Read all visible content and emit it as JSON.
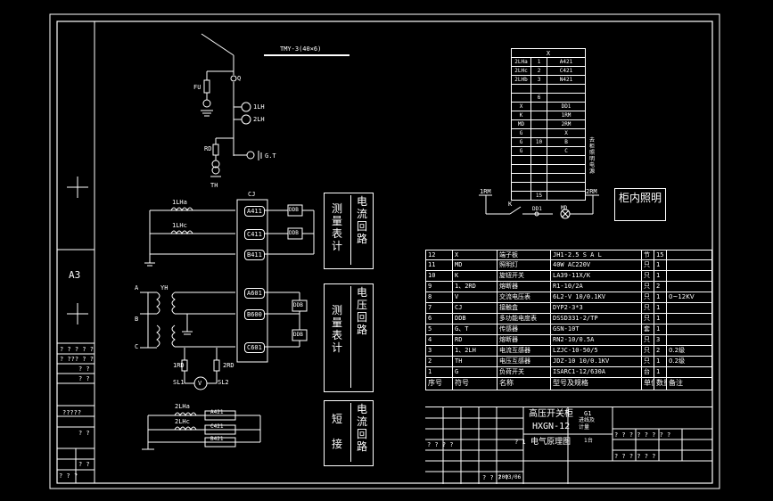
{
  "sheet": {
    "size_label": "A3",
    "left_cells": [
      "? ? ? ? ?",
      "? ??? ? ?",
      "? ?",
      "? ?",
      "?????",
      "? ?",
      "? ?",
      "? ? ?"
    ]
  },
  "main_circuit": {
    "bus": "TMY-3(40×6)",
    "labels": {
      "fu": "FU",
      "q": "Q",
      "ta1": "1LH",
      "ta2": "2LH",
      "gt": "G.T",
      "rd": "RD",
      "th": "TH"
    }
  },
  "current_meter": {
    "ta_a": "1LHa",
    "ta_c": "1LHc",
    "cj": "CJ",
    "terms": [
      "A411",
      "C411",
      "B411"
    ]
  },
  "voltage_meter": {
    "yh": "YH",
    "phases": [
      "A",
      "B",
      "C"
    ],
    "terms": [
      "A601",
      "B600",
      "C601"
    ],
    "rd1": "1RD",
    "rd2": "2RD",
    "v": "V",
    "sl1": "SL1",
    "sl2": "SL2"
  },
  "short_circuit": {
    "ta_a": "2LHa",
    "ta_c": "2LHc",
    "terms": [
      "A421",
      "C421",
      "B421"
    ]
  },
  "meter_symbol": "DDB",
  "blocks": [
    {
      "a": "测量表计",
      "b": "电流回路"
    },
    {
      "a": "测量表计",
      "b": "电压回路"
    },
    {
      "a": "短接",
      "b": "电流回路"
    }
  ],
  "terminal_table": {
    "header": "X",
    "rows": [
      [
        "2LHa",
        "1",
        "A421"
      ],
      [
        "2LHc",
        "2",
        "C421"
      ],
      [
        "2LHb",
        "3",
        "N421"
      ],
      [
        "",
        "",
        ""
      ],
      [
        "",
        "6",
        ""
      ],
      [
        "X",
        "",
        "DD1"
      ],
      [
        "K",
        "",
        "1RM"
      ],
      [
        "MD",
        "",
        "2RM"
      ],
      [
        "G",
        "",
        "X"
      ],
      [
        "G",
        "10",
        "B"
      ],
      [
        "G",
        "",
        "C"
      ],
      [
        "",
        "",
        ""
      ],
      [
        "",
        "",
        ""
      ],
      [
        "",
        "",
        ""
      ],
      [
        "",
        "",
        ""
      ],
      [
        "",
        "15",
        ""
      ]
    ],
    "side": "去柜照明电源"
  },
  "lighting": {
    "left": "1RM",
    "right": "2RM",
    "k": "K",
    "md": "MD",
    "dd": "DD1",
    "title": "柜内照明"
  },
  "bom": {
    "headers": [
      "序号",
      "符号",
      "名称",
      "型号及规格",
      "单位",
      "数量",
      "备注"
    ],
    "rows": [
      [
        "12",
        "X",
        "端子板",
        "JH1-2.5 S A L",
        "节",
        "15",
        ""
      ],
      [
        "11",
        "MD",
        "照明灯",
        "40W AC220V",
        "只",
        "1",
        ""
      ],
      [
        "10",
        "K",
        "旋钮开关",
        "LA39-11X/K",
        "只",
        "1",
        ""
      ],
      [
        "9",
        "1、2RD",
        "熔断器",
        "R1-10/2A",
        "只",
        "2",
        ""
      ],
      [
        "8",
        "V",
        "交流电压表",
        "6L2-V 10/0.1KV",
        "只",
        "1",
        "0~12KV"
      ],
      [
        "7",
        "CJ",
        "接触盒",
        "DYP2-3*3",
        "只",
        "1",
        ""
      ],
      [
        "6",
        "DDB",
        "多功能电度表",
        "DSSD331-2/TP",
        "只",
        "1",
        ""
      ],
      [
        "5",
        "G、T",
        "传感器",
        "GSN-10T",
        "套",
        "1",
        ""
      ],
      [
        "4",
        "RD",
        "熔断器",
        "RN2-10/0.5A",
        "只",
        "3",
        ""
      ],
      [
        "3",
        "1、2LH",
        "电流互感器",
        "LZJC-10-50/5",
        "只",
        "2",
        "0.2级"
      ],
      [
        "2",
        "TH",
        "电压互感器",
        "JDZ-10 10/0.1KV",
        "只",
        "1",
        "0.2级"
      ],
      [
        "1",
        "G",
        "负荷开关",
        "ISARC1-12/630A",
        "台",
        "1",
        ""
      ]
    ]
  },
  "title_block": {
    "name": "高压开关柜",
    "model": "HXGN-12",
    "drawing": "电气原理图",
    "sheet": "? 1",
    "cell1": "G1",
    "cell2": "进线及计量",
    "cell3": "1台",
    "date": "2003/06",
    "q1": "? ? ? ?",
    "q2": "? ? ? ? ? ? ? ?",
    "q3": "? ? ? ? ? ?",
    "q4": "? ? ? ?"
  }
}
